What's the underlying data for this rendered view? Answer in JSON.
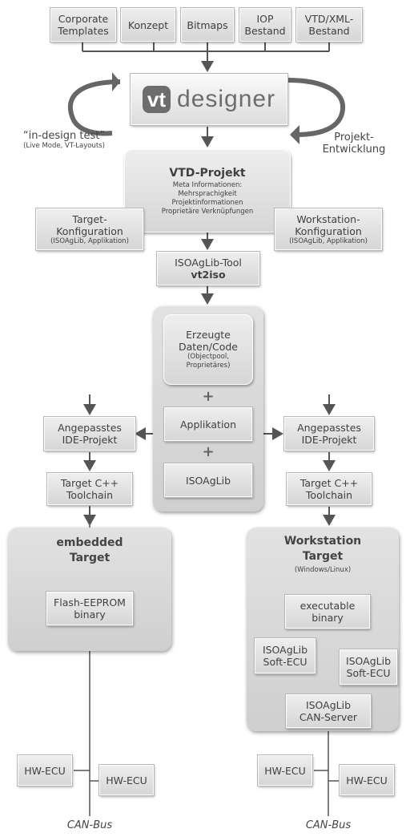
{
  "sources": {
    "corporate": [
      "Corporate",
      "Templates"
    ],
    "konzept": "Konzept",
    "bitmaps": "Bitmaps",
    "iop": [
      "IOP",
      "Bestand"
    ],
    "vtd_xml": [
      "VTD/XML-",
      "Bestand"
    ]
  },
  "designer": {
    "logo_mark": "vt",
    "logo_word": "designer"
  },
  "loop_left": {
    "title": "“in-design test”",
    "subtitle": "(Live Mode, VT-Layouts)"
  },
  "loop_right": {
    "line1": "Projekt-",
    "line2": "Entwicklung"
  },
  "vtd_projekt": {
    "title": "VTD-Projekt",
    "lines": [
      "Meta Informationen:",
      "Mehrsprachigkeit",
      "Projektinformationen",
      "Proprietäre Verknüpfungen"
    ]
  },
  "tool": {
    "line1": "ISOAgLib-Tool",
    "line2": "vt2iso"
  },
  "generated": {
    "line1": "Erzeugte",
    "line2": "Daten/Code",
    "sub1": "(Objectpool,",
    "sub2": "Proprietäres)"
  },
  "plus_sign": "+",
  "applikation": "Applikation",
  "isoaglib": "ISOAgLib",
  "left": {
    "config": {
      "line1": "Target-",
      "line2": "Konfiguration",
      "sub": "(ISOAgLib, Applikation)"
    },
    "ide": [
      "Angepasstes",
      "IDE-Projekt"
    ],
    "toolchain": [
      "Target C++",
      "Toolchain"
    ],
    "target_title": [
      "embedded",
      "Target"
    ],
    "flash": [
      "Flash-EEPROM",
      "binary"
    ],
    "ecu1": "HW-ECU",
    "ecu2": "HW-ECU",
    "bus": "CAN-Bus"
  },
  "right": {
    "config": {
      "line1": "Workstation-",
      "line2": "Konfiguration",
      "sub": "(ISOAgLib, Applikation)"
    },
    "ide": [
      "Angepasstes",
      "IDE-Projekt"
    ],
    "toolchain": [
      "Target C++",
      "Toolchain"
    ],
    "target_title": [
      "Workstation",
      "Target"
    ],
    "target_sub": "(Windows/Linux)",
    "executable": [
      "executable",
      "binary"
    ],
    "soft_ecu1": [
      "ISOAgLib",
      "Soft-ECU"
    ],
    "soft_ecu2": [
      "ISOAgLib",
      "Soft-ECU"
    ],
    "can_server": [
      "ISOAgLib",
      "CAN-Server"
    ],
    "ecu1": "HW-ECU",
    "ecu2": "HW-ECU",
    "bus": "CAN-Bus"
  }
}
